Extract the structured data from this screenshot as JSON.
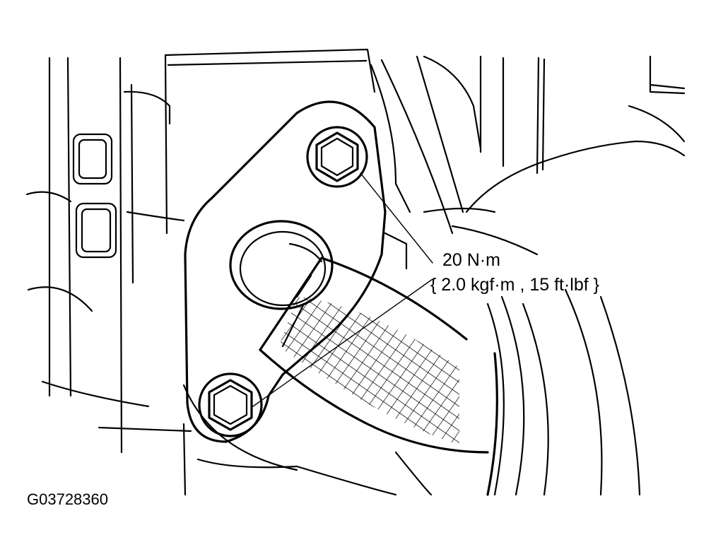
{
  "torque_callout": {
    "line1": "20 N·m",
    "line2": "{ 2.0 kgf·m , 15 ft·lbf }"
  },
  "figure_code": "G03728360",
  "colors": {
    "line": "#000000",
    "background": "#ffffff"
  }
}
